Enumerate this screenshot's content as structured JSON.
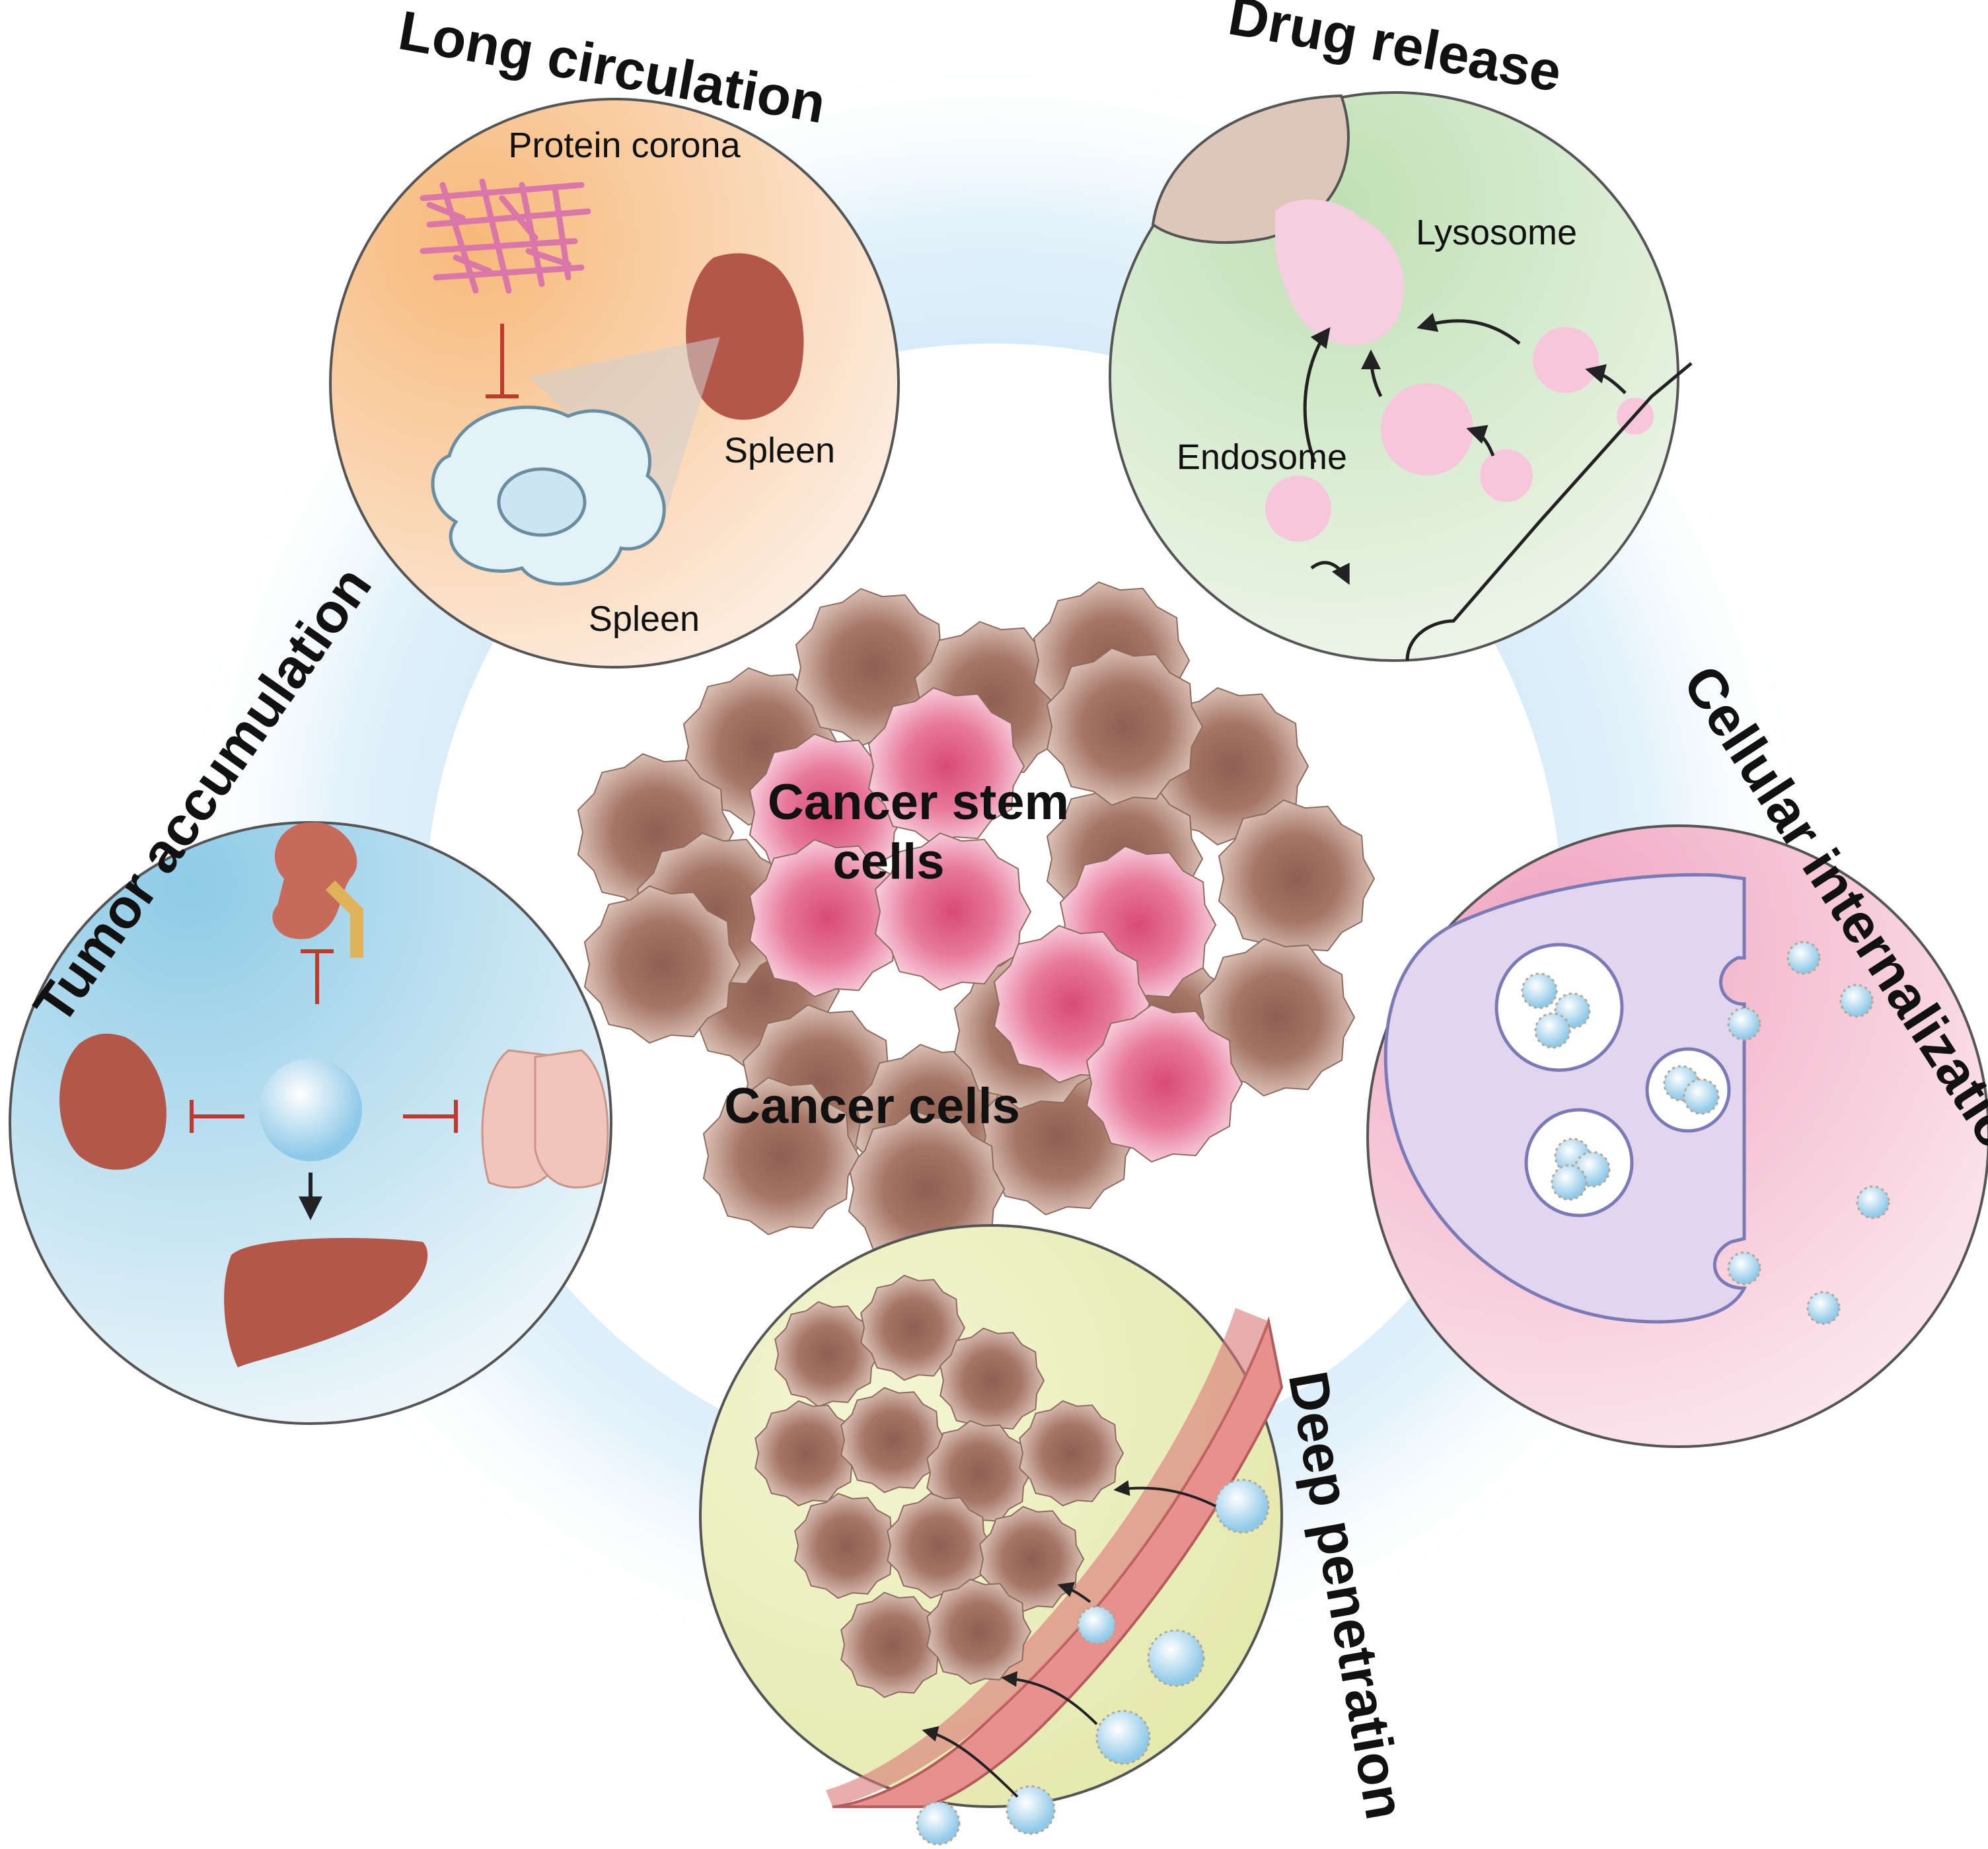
{
  "panels": {
    "long_circulation": {
      "title": "Long circulation",
      "labels": {
        "protein_corona": "Protein corona",
        "spleen_organ": "Spleen",
        "spleen_cell": "Spleen"
      }
    },
    "drug_release": {
      "title": "Drug release",
      "labels": {
        "lysosome": "Lysosome",
        "endosome": "Endosome"
      }
    },
    "tumor_accumulation": {
      "title": "Tumor accumulation"
    },
    "cellular_internalization": {
      "title": "Cellular internalization"
    },
    "deep_penetration": {
      "title": "Deep penetration"
    }
  },
  "center": {
    "cancer_stem_cells_line1": "Cancer stem",
    "cancer_stem_cells_line2": "cells",
    "cancer_cells": "Cancer cells"
  },
  "colors": {
    "halo": "#d6ecf8",
    "long_circulation_bg": "#f9c896",
    "drug_release_bg": "#cfe8c8",
    "tumor_accumulation_bg": "#a9d6ec",
    "cellular_internalization_bg": "#f4b5cc",
    "deep_penetration_bg": "#eef2bd",
    "cancer_cell": "#a97a6c",
    "cancer_stem_cell": "#e35d86",
    "nanoparticle": "#bfe3f5"
  }
}
